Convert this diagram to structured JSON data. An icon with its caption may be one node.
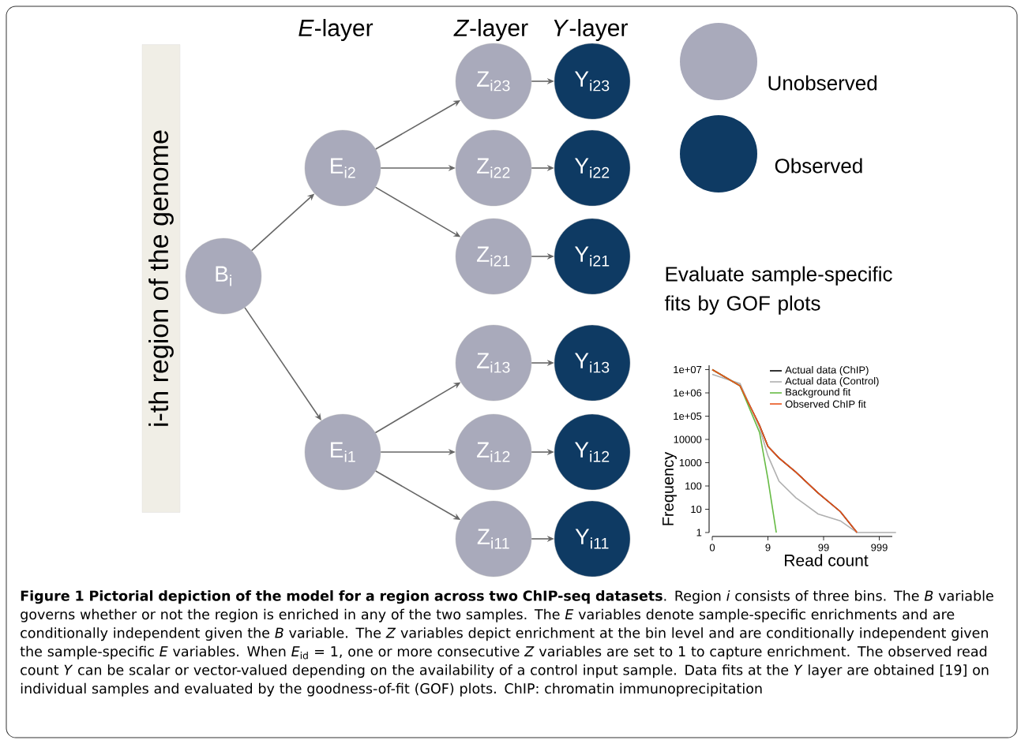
{
  "diagram": {
    "caption": "**Figure 1 Pictorial depiction of the model for a region across two ChIP-seq datasets**. Region *i* consists of three bins. The *B* variable governs whether or not the region is enriched in any of the two samples. The *E* variables denote sample-specific enrichments and are conditionally independent given the *B* variable. The *Z* variables depict enrichment at the bin level and are conditionally independent given the sample-specific *E* variables. When *E*$_{id}$ = 1, one or more consecutive *Z* variables are set to 1 to capture enrichment. The observed read count *Y* can be scalar or vector-valued depending on the availability of a control input sample. Data fits at the *Y* layer are obtained [19] on individual samples and evaluated by the goodness-of-fit (GOF) plots. ChIP: chromatin immunoprecipitation",
    "nodes": [
      {
        "text": [
          "i-th region of the genome"
        ]
      },
      {
        "text": [
          "B$_{i}$"
        ]
      },
      {
        "text": [
          "E$_{i2}$"
        ]
      },
      {
        "text": [
          "E$_{i1}$"
        ]
      },
      {
        "text": [
          "Z$_{i23}$"
        ]
      },
      {
        "text": [
          "Z$_{i22}$"
        ]
      },
      {
        "text": [
          "Z$_{i21}$"
        ]
      },
      {
        "text": [
          "Z$_{i13}$"
        ]
      },
      {
        "text": [
          "Z$_{i12}$"
        ]
      },
      {
        "text": [
          "Z$_{i11}$"
        ]
      },
      {
        "text": [
          "Y$_{i23}$"
        ]
      },
      {
        "text": [
          "Y$_{i22}$"
        ]
      },
      {
        "text": [
          "Y$_{i21}$"
        ]
      },
      {
        "text": [
          "Y$_{i13}$"
        ]
      },
      {
        "text": [
          "Y$_{i12}$"
        ]
      },
      {
        "text": [
          "Y$_{i11}$"
        ]
      }
    ],
    "edges": [
      {
        "from": 1,
        "to": 2,
        "arrow": "to"
      },
      {
        "from": 1,
        "to": 3,
        "arrow": "to"
      },
      {
        "from": 2,
        "to": 4,
        "arrow": "to"
      },
      {
        "from": 2,
        "to": 5,
        "arrow": "to"
      },
      {
        "from": 2,
        "to": 6,
        "arrow": "to"
      },
      {
        "from": 3,
        "to": 7,
        "arrow": "to"
      },
      {
        "from": 3,
        "to": 8,
        "arrow": "to"
      },
      {
        "from": 3,
        "to": 9,
        "arrow": "to"
      },
      {
        "from": 4,
        "to": 10,
        "arrow": "to"
      },
      {
        "from": 5,
        "to": 11,
        "arrow": "to"
      },
      {
        "from": 6,
        "to": 12,
        "arrow": "to"
      },
      {
        "from": 7,
        "to": 13,
        "arrow": "to"
      },
      {
        "from": 8,
        "to": 14,
        "arrow": "to"
      },
      {
        "from": 9,
        "to": 15,
        "arrow": "to"
      }
    ],
    "labels": [
      "*E*-layer",
      "*Z*-layer",
      "*Y*-layer",
      "Evaluate sample-specific fits by GOF plots",
      "1e+07",
      "1e+06",
      "1e+05",
      "10000",
      "1000",
      "100",
      "10",
      "1",
      "Frequency",
      "0",
      "9",
      "99",
      "999",
      "Read count"
    ],
    "legend": [
      {
        "text": "Unobserved",
        "color": "#a9aabb"
      },
      {
        "text": "Observed",
        "color": "#0e3a63"
      },
      {
        "text": "Actual data (ChIP)"
      },
      {
        "text": "Actual data (Control)"
      },
      {
        "text": "Background fit"
      },
      {
        "text": "Observed ChIP fit"
      }
    ]
  }
}
